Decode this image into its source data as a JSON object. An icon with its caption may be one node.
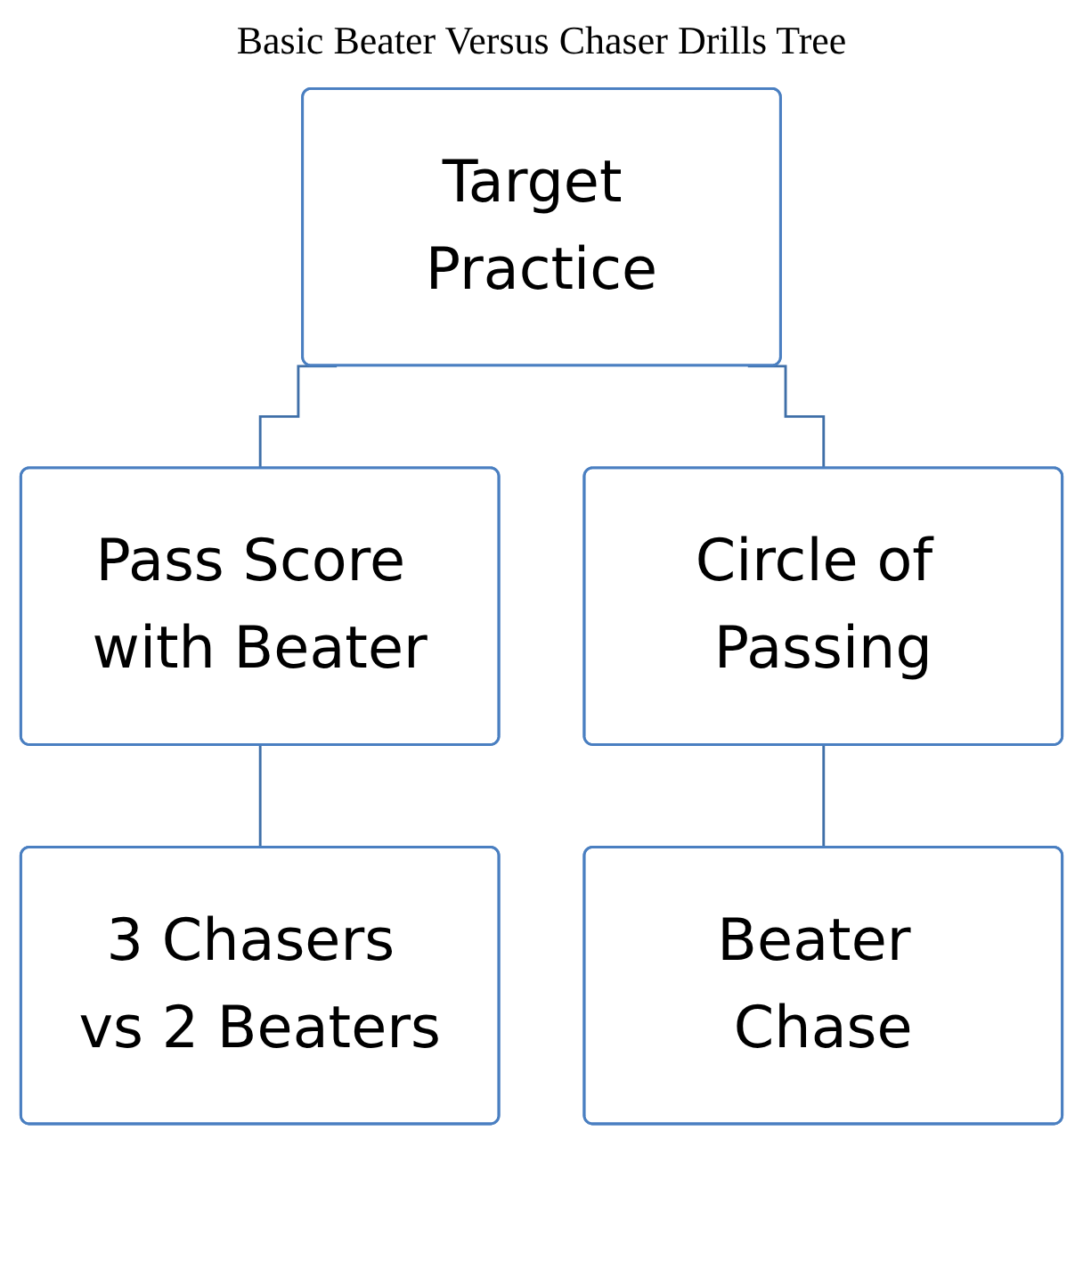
{
  "diagram": {
    "title": "Basic Beater Versus Chaser Drills Tree",
    "nodes": [
      {
        "text": [
          "Target Practice"
        ]
      },
      {
        "text": [
          "Pass Score with Beater"
        ]
      },
      {
        "text": [
          "Circle of Passing"
        ]
      },
      {
        "text": [
          "3 Chasers vs 2 Beaters"
        ]
      },
      {
        "text": [
          "Beater Chase"
        ]
      }
    ],
    "edges": [
      {
        "from": 0,
        "to": 1,
        "arrow": "none"
      },
      {
        "from": 0,
        "to": 2,
        "arrow": "none"
      },
      {
        "from": 1,
        "to": 3,
        "arrow": "none"
      },
      {
        "from": 2,
        "to": 4,
        "arrow": "none"
      }
    ]
  }
}
